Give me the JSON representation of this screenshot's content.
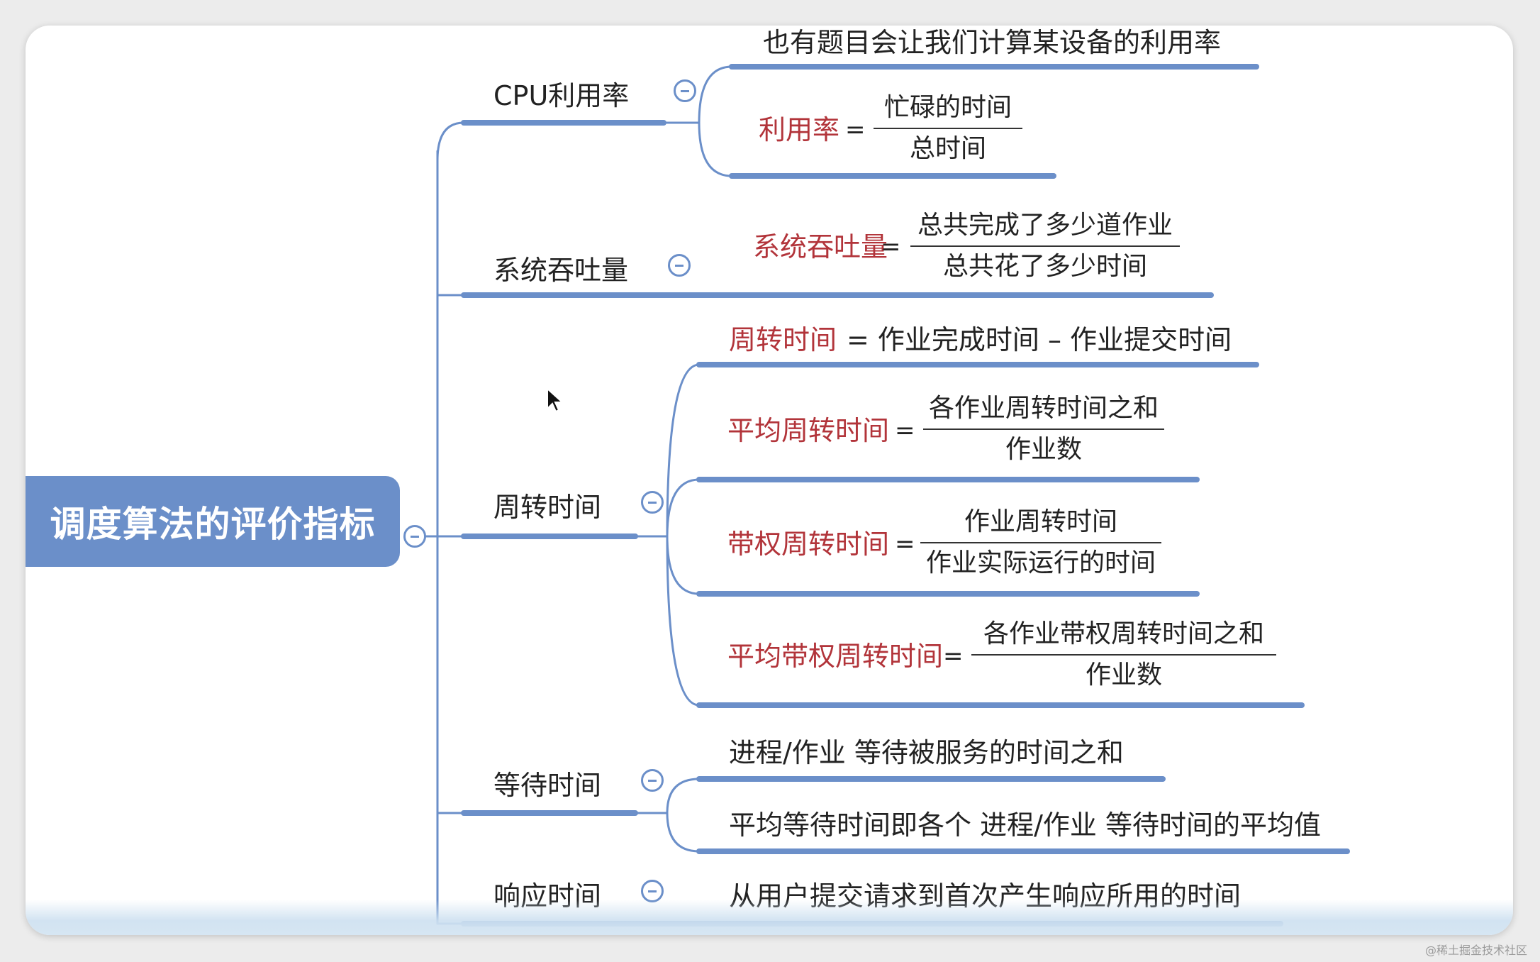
{
  "root": "调度算法的评价指标",
  "branches": {
    "cpu": {
      "label": "CPU利用率",
      "note": "也有题目会让我们计算某设备的利用率",
      "formula": {
        "lhs": "利用率",
        "eq": "=",
        "num": "忙碌的时间",
        "den": "总时间"
      }
    },
    "throughput": {
      "label": "系统吞吐量",
      "formula": {
        "lhs": "系统吞吐量",
        "eq": "=",
        "num": "总共完成了多少道作业",
        "den": "总共花了多少时间"
      }
    },
    "turnaround": {
      "label": "周转时间",
      "def": {
        "lhs": "周转时间",
        "rest": "= 作业完成时间 – 作业提交时间"
      },
      "avg": {
        "lhs": "平均周转时间",
        "eq": "=",
        "num": "各作业周转时间之和",
        "den": "作业数"
      },
      "weighted": {
        "lhs": "带权周转时间",
        "eq": "=",
        "num": "作业周转时间",
        "den": "作业实际运行的时间"
      },
      "avg_weighted": {
        "lhs": "平均带权周转时间",
        "eq": "=",
        "num": "各作业带权周转时间之和",
        "den": "作业数"
      }
    },
    "waiting": {
      "label": "等待时间",
      "items": [
        "进程/作业 等待被服务的时间之和",
        "平均等待时间即各个 进程/作业 等待时间的平均值"
      ]
    },
    "response": {
      "label": "响应时间",
      "items": [
        "从用户提交请求到首次产生响应所用的时间"
      ]
    }
  },
  "colors": {
    "branch": "#6b8fc9",
    "highlight": "#b2343a",
    "text": "#222222"
  },
  "watermark": "@稀土掘金技术社区"
}
